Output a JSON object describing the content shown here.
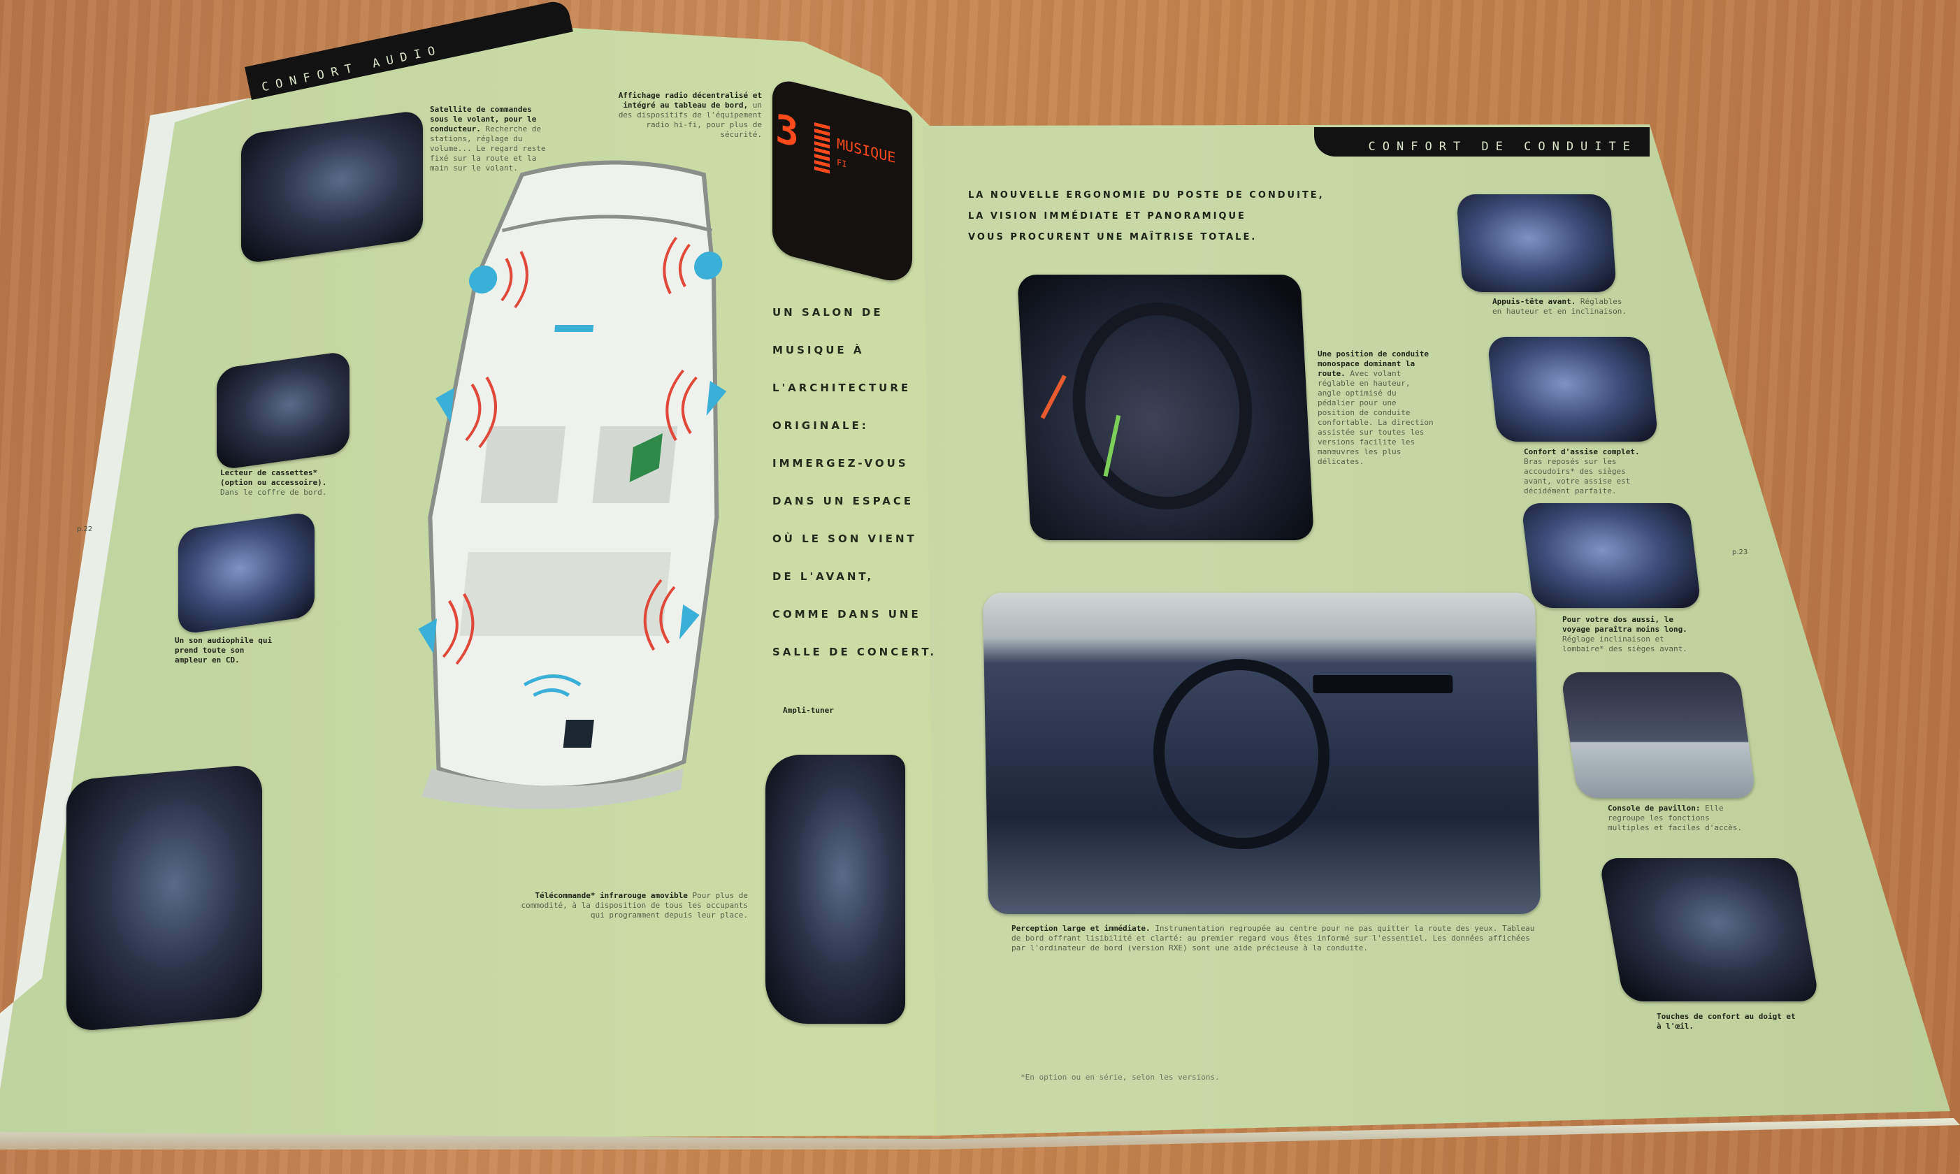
{
  "left_page": {
    "section_header": "CONFORT AUDIO",
    "captions": {
      "steering_controls": {
        "title": "Satellite de commandes sous le volant, pour le conducteur.",
        "body": "Recherche de stations, réglage du volume... Le regard reste fixé sur la route et la main sur le volant."
      },
      "radio_display": {
        "title": "Affichage radio décentralisé et intégré au tableau de bord,",
        "body": "un des dispositifs de l'équipement radio hi-fi, pour plus de sécurité."
      },
      "cassette": {
        "title": "Lecteur de cassettes* (option ou accessoire).",
        "body": "Dans le coffre de bord."
      },
      "cd": {
        "title": "Un son audiophile qui prend toute son ampleur en CD.",
        "body": ""
      },
      "remote": {
        "title": "Télécommande* infrarouge amovible",
        "body": "Pour plus de commodité, à la disposition de tous les occupants qui programment depuis leur place."
      },
      "amplifier": {
        "title": "Ampli-tuner",
        "body": ""
      }
    },
    "radio_display_text": {
      "digit": "3",
      "label": "MUSIQUE",
      "sub": "FI"
    },
    "pull_quote": [
      "UN SALON DE",
      "MUSIQUE À",
      "L'ARCHITECTURE",
      "ORIGINALE:",
      "IMMERGEZ-VOUS",
      "DANS UN ESPACE",
      "OÙ LE SON VIENT",
      "DE L'AVANT,",
      "COMME DANS UNE",
      "SALLE DE CONCERT."
    ],
    "page_number": "p.22"
  },
  "right_page": {
    "section_header": "CONFORT DE CONDUITE",
    "headline": [
      "LA NOUVELLE ERGONOMIE DU POSTE DE CONDUITE,",
      "LA VISION IMMÉDIATE ET PANORAMIQUE",
      "VOUS PROCURENT UNE MAÎTRISE TOTALE."
    ],
    "captions": {
      "driving_position": {
        "title": "Une position de conduite monospace dominant la route.",
        "body": "Avec volant réglable en hauteur, angle optimisé du pédalier pour une position de conduite confortable. La direction assistée sur toutes les versions facilite les manœuvres les plus délicates."
      },
      "headrest": {
        "title": "Appuis-tête avant.",
        "body": "Réglables en hauteur et en inclinaison."
      },
      "armrest": {
        "title": "Confort d'assise complet.",
        "body": "Bras reposés sur les accoudoirs* des sièges avant, votre assise est décidément parfaite."
      },
      "seat": {
        "title": "Pour votre dos aussi, le voyage paraîtra moins long.",
        "body": "Réglage inclinaison et lombaire* des sièges avant."
      },
      "console": {
        "title": "Console de pavillon:",
        "body": "Elle regroupe les fonctions multiples et faciles d'accès."
      },
      "door": {
        "title": "Touches de confort au doigt et à l'œil.",
        "body": ""
      },
      "dashboard": {
        "title": "Perception large et immédiate.",
        "body": "Instrumentation regroupée au centre pour ne pas quitter la route des yeux. Tableau de bord offrant lisibilité et clarté: au premier regard vous êtes informé sur l'essentiel. Les données affichées par l'ordinateur de bord (version RXE) sont une aide précieuse à la conduite."
      }
    },
    "footnote": "*En option ou en série, selon les versions.",
    "page_number": "p.23"
  },
  "colors": {
    "page": "#c8d9a8",
    "band": "#121212",
    "speaker": "#3ab0d8",
    "wave": "#e0483a",
    "display": "#ff4a1c"
  }
}
